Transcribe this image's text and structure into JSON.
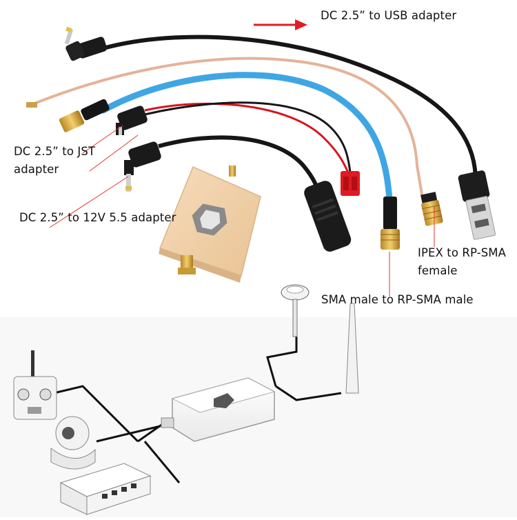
{
  "labels": {
    "usb": "DC 2.5” to USB adapter",
    "jst_line1": "DC 2.5” to JST",
    "jst_line2": "adapter",
    "v12": "DC 2.5” to 12V 5.5 adapter",
    "ipex_line1": "IPEX to RP-SMA",
    "ipex_line2": "female",
    "sma": "SMA male to RP-SMA male"
  },
  "colors": {
    "arrow": "#e31b23",
    "leader": "#e03030",
    "cable_black": "#161616",
    "cable_blue": "#3fa6e3",
    "cable_pink": "#e6b29a",
    "cable_red": "#d8141c",
    "gold": "#d9a93a",
    "amp_body": "#f0cfa6",
    "wire": "#111111"
  },
  "icons": [
    "amplifier-device",
    "usb-plug",
    "sma-connector",
    "jst-connector",
    "barrel-jack",
    "rc-transmitter",
    "ip-camera",
    "network-switch",
    "antenna",
    "mushroom-antenna"
  ]
}
